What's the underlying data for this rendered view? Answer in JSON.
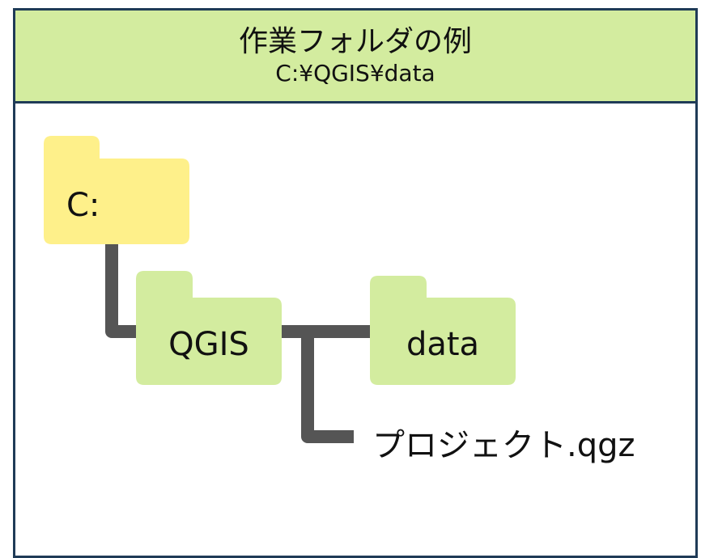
{
  "header": {
    "title": "作業フォルダの例",
    "subtitle": "C:¥QGIS¥data",
    "background": "#d3ec9f"
  },
  "tree": {
    "root": {
      "label": "C:",
      "color": "#fef08a"
    },
    "qgis": {
      "label": "QGIS",
      "color": "#d3ec9f"
    },
    "data": {
      "label": "data",
      "color": "#d3ec9f"
    },
    "project_file": {
      "label": "プロジェクト.qgz"
    },
    "connector_color": "#555555"
  }
}
